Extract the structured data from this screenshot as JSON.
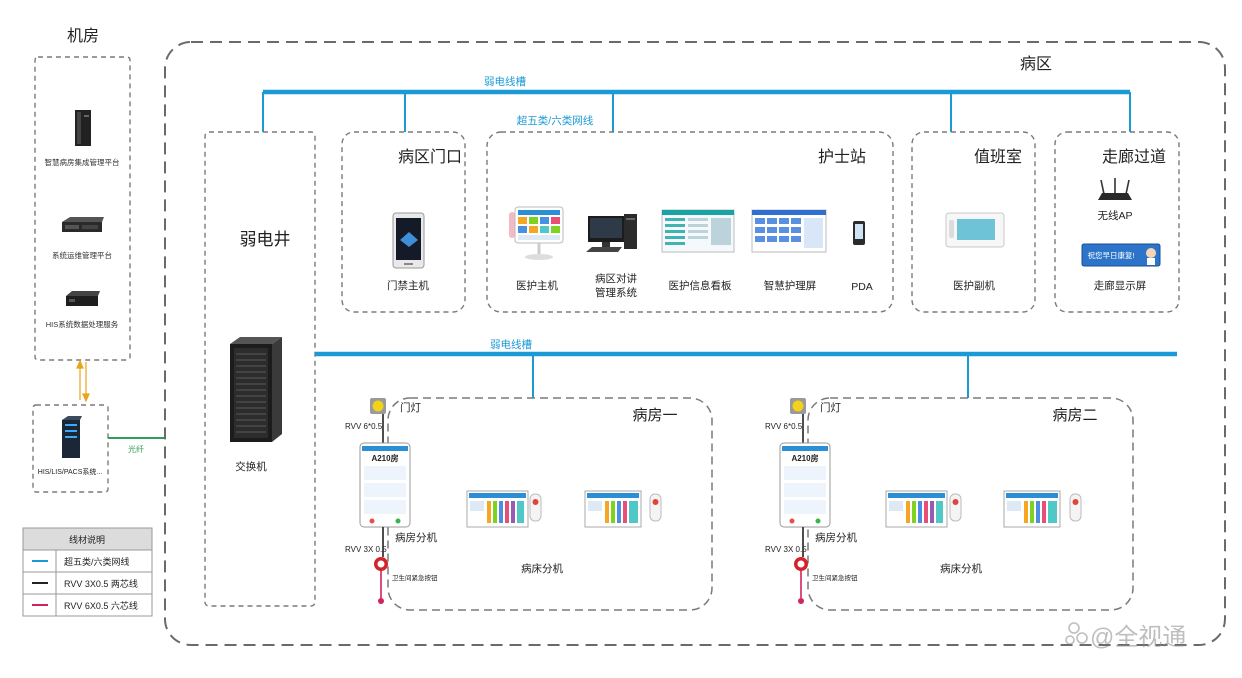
{
  "machine_room": {
    "title": "机房",
    "items": [
      {
        "icon": "tower-server-icon",
        "label": "智慧病房集成管理平台"
      },
      {
        "icon": "rack-server-icon",
        "label": "系统运维管理平台"
      },
      {
        "icon": "box-server-icon",
        "label": "HIS系统数据处理服务"
      }
    ]
  },
  "external_system": {
    "icon": "server-icon",
    "label": "HIS/LIS/PACS系统...",
    "link_label": "光纤",
    "link_color": "#2e9e5b"
  },
  "legend": {
    "title": "线材说明",
    "rows": [
      {
        "label": "超五类/六类网线",
        "color": "#1c9ad6"
      },
      {
        "label": "RVV 3X0.5 两芯线",
        "color": "#222222"
      },
      {
        "label": "RVV 6X0.5 六芯线",
        "color": "#d0245a"
      }
    ]
  },
  "ward": {
    "title": "病区",
    "top_trunk_label": "弱电线槽",
    "cable_label": "超五类/六类网线",
    "mid_trunk_label": "弱电线槽",
    "shaft": {
      "title": "弱电井",
      "icon": "network-switch-rack-icon",
      "device_label": "交换机"
    },
    "entrance": {
      "title": "病区门口",
      "icon": "access-control-tablet-icon",
      "device_label": "门禁主机"
    },
    "nurse_station": {
      "title": "护士站",
      "devices": [
        {
          "icon": "medical-master-station-icon",
          "line1": "医护主机",
          "line2": ""
        },
        {
          "icon": "desktop-computer-icon",
          "line1": "病区对讲",
          "line2": "管理系统"
        },
        {
          "icon": "info-board-screen-icon",
          "line1": "医护信息看板",
          "line2": ""
        },
        {
          "icon": "smart-nursing-screen-icon",
          "line1": "智慧护理屏",
          "line2": ""
        },
        {
          "icon": "pda-icon",
          "line1": "PDA",
          "line2": ""
        }
      ]
    },
    "duty_room": {
      "title": "值班室",
      "icon": "sub-station-icon",
      "device_label": "医护副机"
    },
    "corridor": {
      "title": "走廊过道",
      "ap_icon": "wireless-router-icon",
      "ap_label": "无线AP",
      "display_icon": "corridor-display-icon",
      "display_text": "祝您早日康复!",
      "display_label": "走廊显示屏"
    },
    "rooms": [
      {
        "title": "病房一",
        "door_light_label": "门灯",
        "door_cable": "RVV 6*0.5",
        "panel_room": "A210房",
        "panel_label": "病房分机",
        "bath_cable": "RVV 3X 0.5",
        "emergency_label": "卫生间紧急按钮",
        "bed_label": "病床分机"
      },
      {
        "title": "病房二",
        "door_light_label": "门灯",
        "door_cable": "RVV 6*0.5",
        "panel_room": "A210房",
        "panel_label": "病房分机",
        "bath_cable": "RVV 3X 0.5",
        "emergency_label": "卫生间紧急按钮",
        "bed_label": "病床分机"
      }
    ]
  },
  "watermark": {
    "text": "@全视通",
    "icon": "brand-logo-icon"
  }
}
